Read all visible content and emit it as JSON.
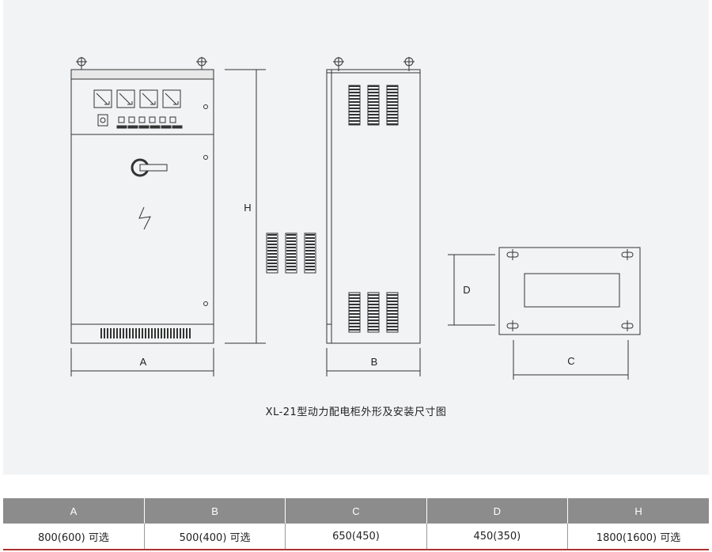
{
  "diagram": {
    "dimension_labels": {
      "a": "A",
      "b": "B",
      "c": "C",
      "d": "D",
      "h": "H"
    },
    "caption": "XL-21型动力配电柜外形及安装尺寸图"
  },
  "spec_table": {
    "headers": [
      "A",
      "B",
      "C",
      "D",
      "H"
    ],
    "values": [
      "800(600) 可选",
      "500(400) 可选",
      "650(450)",
      "450(350)",
      "1800(1600) 可选"
    ]
  },
  "colors": {
    "panel_bg": "#f1f3f4",
    "header_bg": "#8c8c8c",
    "accent_line": "#b03030"
  }
}
